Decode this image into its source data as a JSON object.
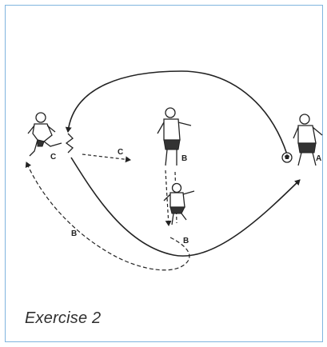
{
  "labels": {
    "player_a": "A",
    "player_b_top": "B",
    "player_b_bottom": "B",
    "player_c": "C",
    "path_c": "C",
    "path_b": "B"
  },
  "caption": "Exercise 2",
  "colors": {
    "border": "#7fb5df",
    "ink": "#222222",
    "caption": "#2f2f2f"
  },
  "icons": [
    "soccer-ball-icon"
  ]
}
